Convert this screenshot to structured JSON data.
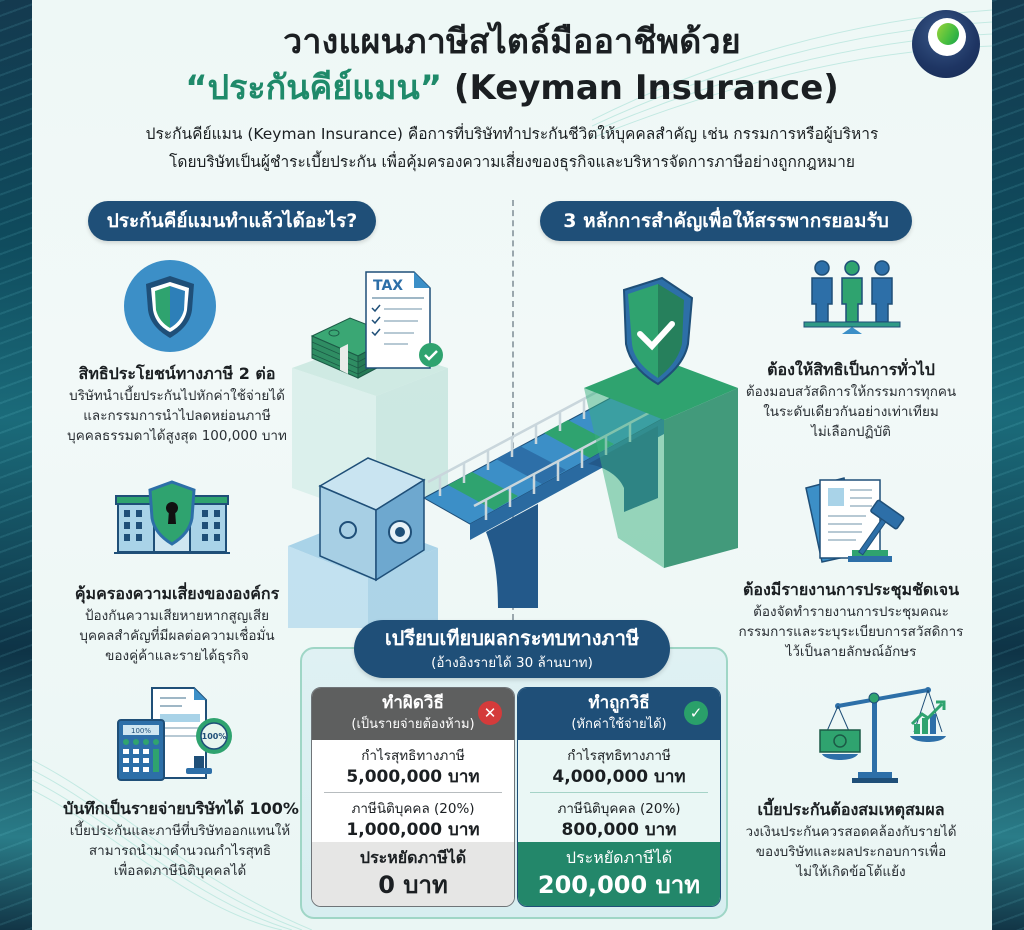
{
  "header": {
    "title_line1": "วางแผนภาษีสไตล์มืออาชีพด้วย",
    "title_line2_accent": "“ประกันคีย์แมน”",
    "title_line2_rest": " (Keyman Insurance)",
    "intro_line1": "ประกันคีย์แมน (Keyman Insurance) คือการที่บริษัททำประกันชีวิตให้บุคคลสำคัญ เช่น กรรมการหรือผู้บริหาร",
    "intro_line2": "โดยบริษัทเป็นผู้ชำระเบี้ยประกัน เพื่อคุ้มครองความเสี่ยงของธุรกิจและบริหารจัดการภาษีอย่างถูกกฎหมาย"
  },
  "left_section": {
    "heading": "ประกันคีย์แมนทำแล้วได้อะไร?",
    "items": [
      {
        "icon": "shield-icon",
        "title": "สิทธิประโยชน์ทางภาษี 2 ต่อ",
        "desc": [
          "บริษัทนำเบี้ยประกันไปหักค่าใช้จ่ายได้",
          "และกรรมการนำไปลดหย่อนภาษี",
          "บุคคลธรรมดาได้สูงสุด 100,000 บาท"
        ]
      },
      {
        "icon": "building-lock-icon",
        "title": "คุ้มครองความเสี่ยงขององค์กร",
        "desc": [
          "ป้องกันความเสียหายหากสูญเสีย",
          "บุคคลสำคัญที่มีผลต่อความเชื่อมั่น",
          "ของคู่ค้าและรายได้ธุรกิจ"
        ]
      },
      {
        "icon": "calculator-document-icon",
        "title": "บันทึกเป็นรายจ่ายบริษัทได้ 100%",
        "desc": [
          "เบี้ยประกันและภาษีที่บริษัทออกแทนให้",
          "สามารถนำมาคำนวณกำไรสุทธิ",
          "เพื่อลดภาษีนิติบุคคลได้"
        ],
        "icon_label": "100%"
      }
    ]
  },
  "right_section": {
    "heading": "3 หลักการสำคัญเพื่อให้สรรพากรยอมรับ",
    "items": [
      {
        "icon": "people-balance-icon",
        "title": "ต้องให้สิทธิเป็นการทั่วไป",
        "desc": [
          "ต้องมอบสวัสดิการให้กรรมการทุกคน",
          "ในระดับเดียวกันอย่างเท่าเทียม",
          "ไม่เลือกปฏิบัติ"
        ]
      },
      {
        "icon": "document-gavel-icon",
        "title": "ต้องมีรายงานการประชุมชัดเจน",
        "desc": [
          "ต้องจัดทำรายงานการประชุมคณะ",
          "กรรมการและระบุระเบียบการสวัสดิการ",
          "ไว้เป็นลายลักษณ์อักษร"
        ]
      },
      {
        "icon": "scale-money-chart-icon",
        "title": "เบี้ยประกันต้องสมเหตุสมผล",
        "desc": [
          "วงเงินประกันควรสอดคล้องกับรายได้",
          "ของบริษัทและผลประกอบการเพื่อ",
          "ไม่ให้เกิดข้อโต้แย้ง"
        ]
      }
    ]
  },
  "illustration": {
    "tax_doc_label": "TAX",
    "icons": [
      "money-stack-icon",
      "tax-document-icon",
      "safe-icon",
      "bridge-icon",
      "shield-check-icon"
    ]
  },
  "comparison": {
    "title": "เปรียบเทียบผลกระทบทางภาษี",
    "subtitle": "(อ้างอิงรายได้ 30 ล้านบาท)",
    "wrong": {
      "heading": "ทำผิดวิธี",
      "subheading": "(เป็นรายจ่ายต้องห้าม)",
      "badge": "✕",
      "profit_label": "กำไรสุทธิทางภาษี",
      "profit_value": "5,000,000 บาท",
      "tax_label": "ภาษีนิติบุคคล (20%)",
      "tax_value": "1,000,000 บาท",
      "saving_label": "ประหยัดภาษีได้",
      "saving_value": "0 บาท"
    },
    "right": {
      "heading": "ทำถูกวิธี",
      "subheading": "(หักค่าใช้จ่ายได้)",
      "badge": "✓",
      "profit_label": "กำไรสุทธิทางภาษี",
      "profit_value": "4,000,000 บาท",
      "tax_label": "ภาษีนิติบุคคล (20%)",
      "tax_value": "800,000 บาท",
      "saving_label": "ประหยัดภาษีได้",
      "saving_value": "200,000 บาท"
    }
  },
  "colors": {
    "navy": "#1f4f78",
    "green": "#23876a",
    "accent_title": "#1f8a6a",
    "wrong_gray": "#5e5f5f",
    "error_red": "#d43b3b",
    "ok_green": "#2aa06a"
  }
}
